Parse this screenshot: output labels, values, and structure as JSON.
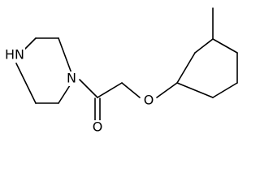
{
  "molecule": {
    "atoms": {
      "nh_label": "HN",
      "n_label": "N",
      "o_carbonyl_label": "O",
      "o_ether_label": "O"
    }
  }
}
